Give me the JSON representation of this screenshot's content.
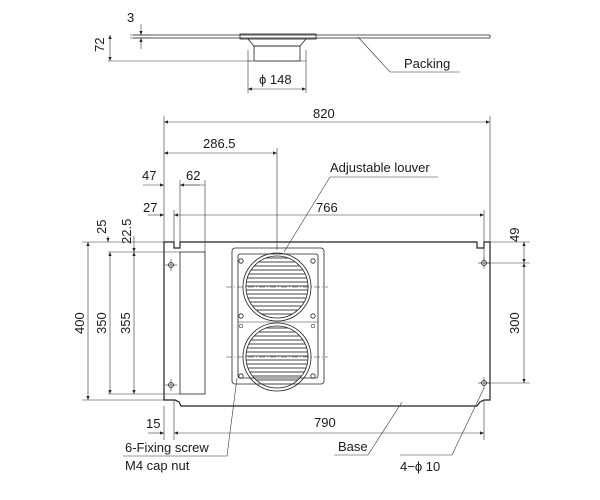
{
  "dimensions": {
    "packing_thickness": "3",
    "side_height": "72",
    "duct_diameter": "ϕ 148",
    "overall_width": "820",
    "louver_offset": "286.5",
    "left_offset_a": "47",
    "left_offset_b": "62",
    "left_offset_c": "27",
    "hole_span_width": "766",
    "top_offset_a": "25",
    "top_offset_b": "22.5",
    "right_top_offset": "49",
    "overall_height": "400",
    "inner_height_a": "350",
    "inner_height_b": "355",
    "hole_span_height": "300",
    "bottom_left_offset": "15",
    "base_width": "790",
    "mount_holes": "4−ϕ 10"
  },
  "labels": {
    "packing": "Packing",
    "adjustable_louver": "Adjustable louver",
    "fixing_screw": "6-Fixing screw",
    "cap_nut": "M4 cap nut",
    "base": "Base"
  }
}
